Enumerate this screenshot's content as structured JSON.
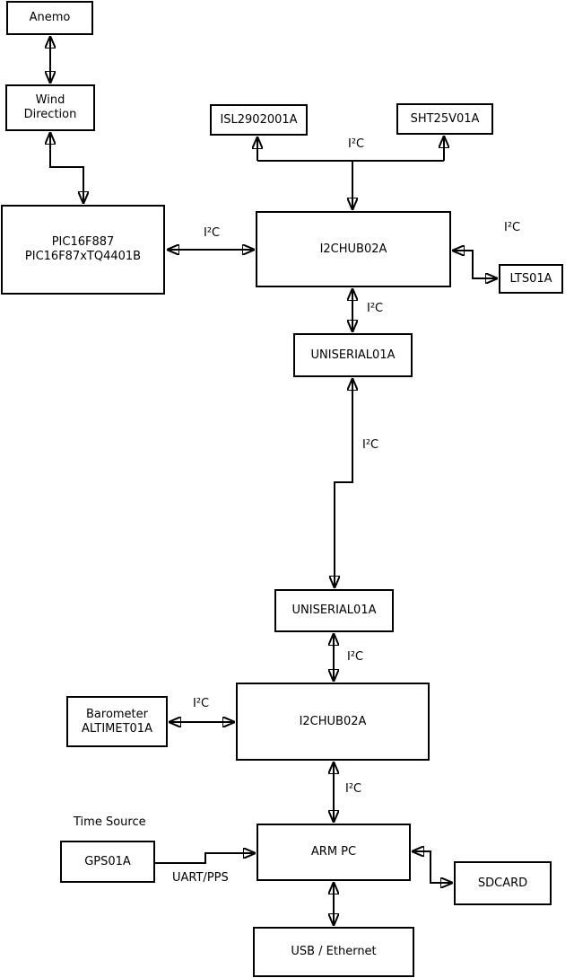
{
  "boxes": {
    "anemo": {
      "label": "Anemo"
    },
    "wind_direction": {
      "line1": "Wind",
      "line2": "Direction"
    },
    "pic": {
      "line1": "PIC16F887",
      "line2": "PIC16F87xTQ4401B"
    },
    "isl": {
      "label": "ISL2902001A"
    },
    "sht": {
      "label": "SHT25V01A"
    },
    "i2chub_top": {
      "label": "I2CHUB02A"
    },
    "lts": {
      "label": "LTS01A"
    },
    "uniserial_top": {
      "label": "UNISERIAL01A"
    },
    "uniserial_bottom": {
      "label": "UNISERIAL01A"
    },
    "i2chub_bottom": {
      "label": "I2CHUB02A"
    },
    "barometer": {
      "line1": "Barometer",
      "line2": "ALTIMET01A"
    },
    "arm_pc": {
      "label": "ARM PC"
    },
    "gps": {
      "label": "GPS01A"
    },
    "sdcard": {
      "label": "SDCARD"
    },
    "usb_ethernet": {
      "label": "USB / Ethernet"
    }
  },
  "labels": {
    "i2c_bus": "I²C",
    "time_source": "Time Source",
    "uart_pps": "UART/PPS"
  },
  "colors": {
    "line": "#000000",
    "background": "#ffffff"
  }
}
